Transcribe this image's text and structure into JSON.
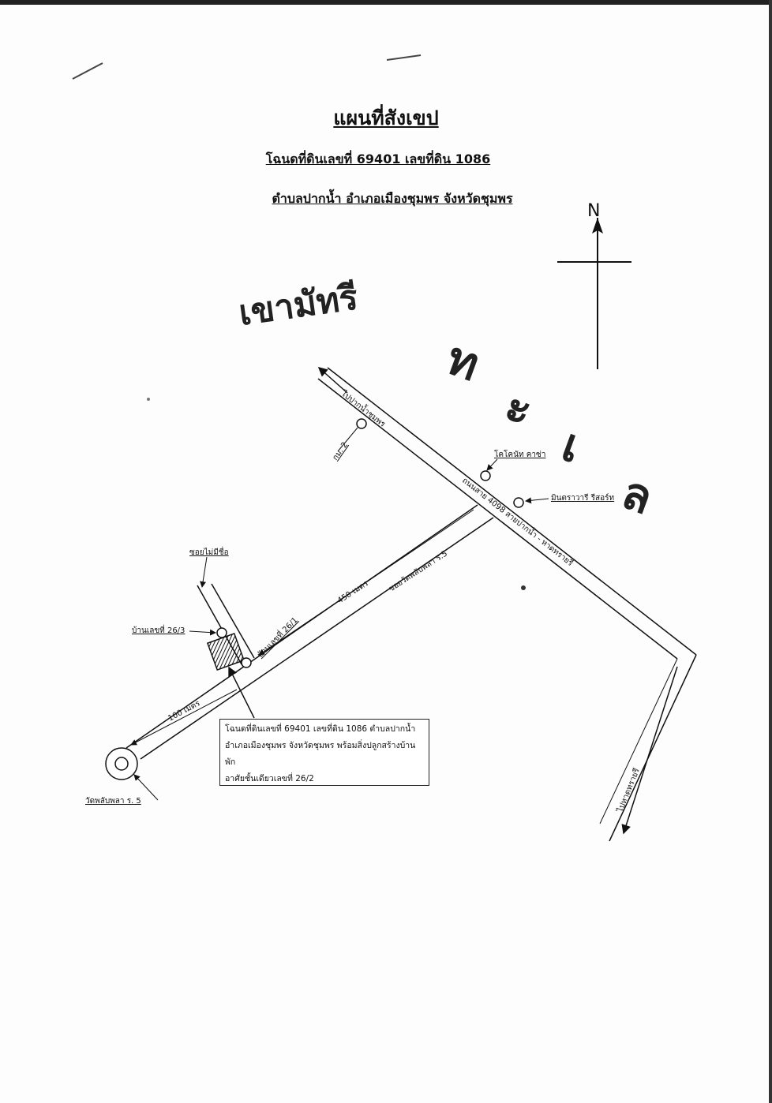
{
  "title": "แผนที่สังเขป",
  "subtitle_deed": "โฉนดที่ดินเลขที่  69401  เลขที่ดิน  1086",
  "subtitle_location": "ตำบลปากน้ำ  อำเภอเมืองชุมพร  จังหวัดชุมพร",
  "compass": {
    "north_label": "N"
  },
  "areas": {
    "mountain": "เขามัทรี",
    "sea": [
      "ท",
      "ะ",
      "เ",
      "ล"
    ]
  },
  "roads": {
    "to_paknam": "ไปปากน้ำชุมพร",
    "highway_4098": "ถนนสาย 4098 สายปากน้ำ - หาดทรายรี",
    "soi_wat": "ซอยวัดพลับพลา ร.5",
    "soi_unnamed": "ซอยไม่มีชื่อ",
    "to_sapli": "ไปหาดทรายรี"
  },
  "distances": {
    "d450": "450 เมตร",
    "d100": "100 เมตร"
  },
  "landmarks": {
    "km2": "กม. 2",
    "coconut_cafe": "โคโคนัท คาซ่า",
    "resort": "มินตราวารี รีสอร์ท",
    "house_26_1": "บ้านเลขที่ 26/1",
    "house_26_3": "บ้านเลขที่ 26/3",
    "temple": "วัดพลับพลา ร. 5"
  },
  "note_box": [
    "โฉนดที่ดินเลขที่ 69401  เลขที่ดิน 1086  ตำบลปากน้ำ",
    "อำเภอเมืองชุมพร  จังหวัดชุมพร  พร้อมสิ่งปลูกสร้างบ้านพัก",
    "อาศัยชั้นเดียวเลขที่ 26/2"
  ]
}
